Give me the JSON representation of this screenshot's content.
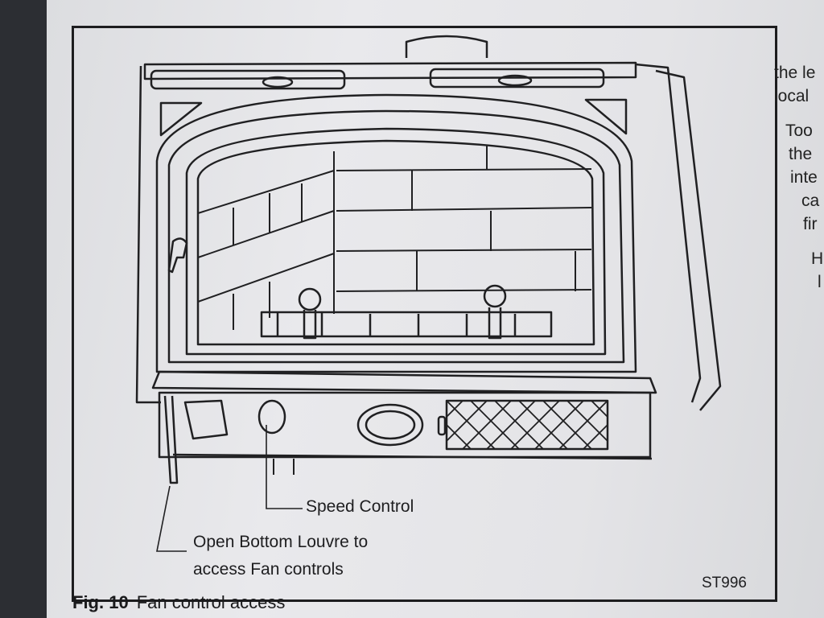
{
  "figure": {
    "label": "Fig. 10",
    "title": "Fan control access",
    "code": "ST996"
  },
  "callouts": {
    "speed_control": "Speed Control",
    "louvre_line1": "Open Bottom Louvre to",
    "louvre_line2": "access Fan controls"
  },
  "side_text": [
    "the le",
    "local",
    "Too",
    "the",
    "inte",
    "ca",
    "fir",
    "H",
    "l"
  ]
}
